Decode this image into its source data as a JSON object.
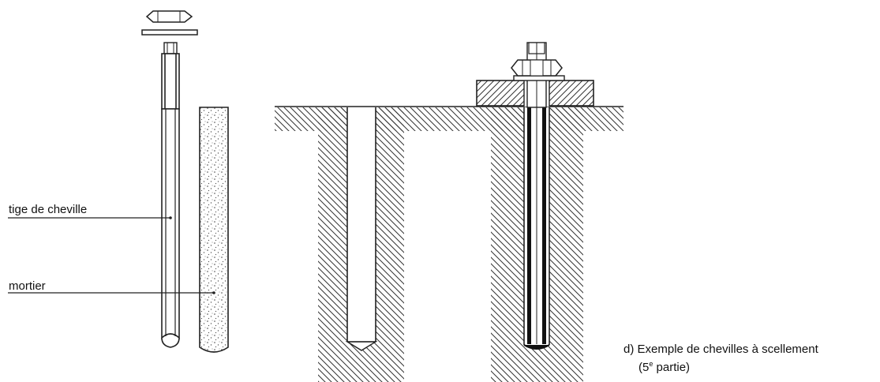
{
  "labels": {
    "anchor_rod": "tige de cheville",
    "mortar": "mortier"
  },
  "caption": {
    "line1": "d) Exemple de chevilles à scellement",
    "line2_prefix": "(5",
    "line2_sup": "e",
    "line2_suffix": " partie)"
  }
}
